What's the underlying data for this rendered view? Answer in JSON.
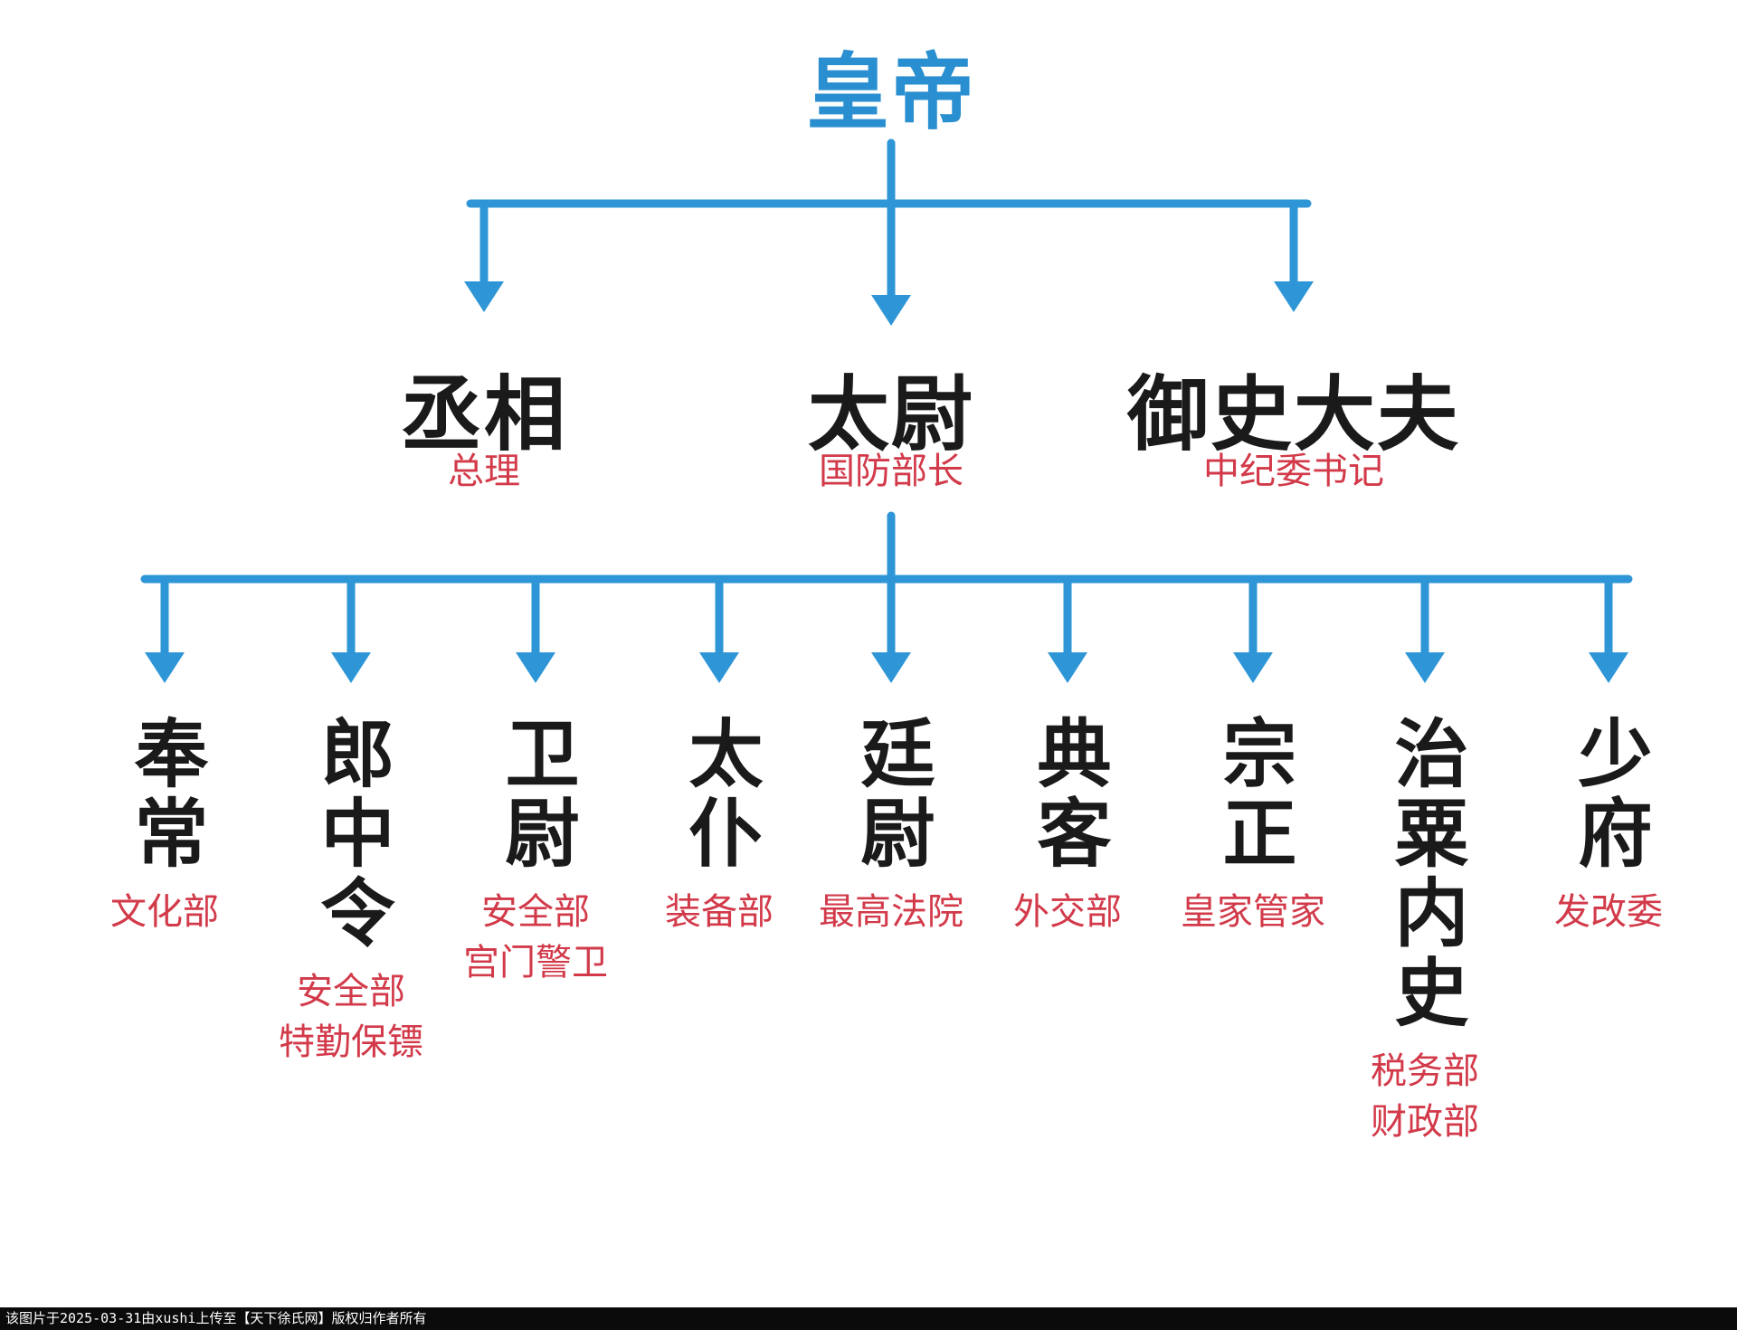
{
  "colors": {
    "line": "#2e96d6",
    "title": "#1a1a1a",
    "sub": "#d23a4a",
    "root": "#2a8fd0"
  },
  "root": {
    "label": "皇帝"
  },
  "level1": [
    {
      "title": "丞相",
      "sub": "总理"
    },
    {
      "title": "太尉",
      "sub": "国防部长"
    },
    {
      "title": "御史大夫",
      "sub": "中纪委书记"
    }
  ],
  "level2": [
    {
      "title": "奉常",
      "subs": [
        "文化部"
      ]
    },
    {
      "title": "郎中令",
      "subs": [
        "安全部",
        "特勤保镖"
      ]
    },
    {
      "title": "卫尉",
      "subs": [
        "安全部",
        "宫门警卫"
      ]
    },
    {
      "title": "太仆",
      "subs": [
        "装备部"
      ]
    },
    {
      "title": "廷尉",
      "subs": [
        "最高法院"
      ]
    },
    {
      "title": "典客",
      "subs": [
        "外交部"
      ]
    },
    {
      "title": "宗正",
      "subs": [
        "皇家管家"
      ]
    },
    {
      "title": "治粟内史",
      "subs": [
        "税务部",
        "财政部"
      ]
    },
    {
      "title": "少府",
      "subs": [
        "发改委"
      ]
    }
  ],
  "footer": {
    "text": "该图片于2025-03-31由xushi上传至【天下徐氏网】版权归作者所有"
  }
}
